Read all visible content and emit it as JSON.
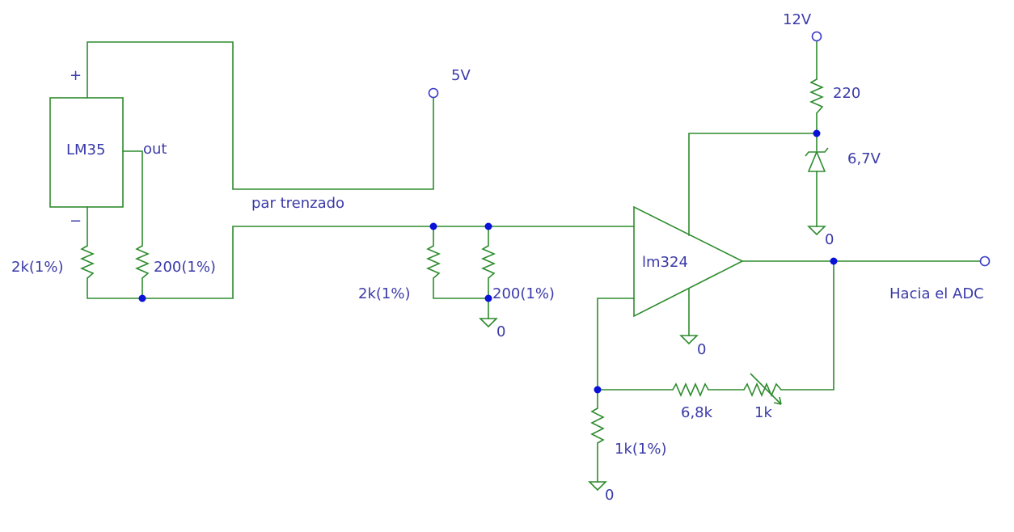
{
  "colors": {
    "wire": "#2e8b2e",
    "junction": "#0a12d8",
    "text": "#3a3aa8",
    "background": "#ffffff"
  },
  "sensor": {
    "name": "LM35",
    "plus": "+",
    "minus": "−",
    "out": "out"
  },
  "cable": "par trenzado",
  "supplies": {
    "v5": "5V",
    "v12": "12V"
  },
  "resistors": {
    "r_left_2k": "2k(1%)",
    "r_left_200": "200(1%)",
    "r_mid_2k": "2k(1%)",
    "r_mid_200": "200(1%)",
    "r_220": "220",
    "r_6k8": "6,8k",
    "r_pot": "1k",
    "r_1k": "1k(1%)"
  },
  "zener": "6,7V",
  "opamp": "lm324",
  "grounds": {
    "g1": "0",
    "g2": "0",
    "g3": "0",
    "g4": "0"
  },
  "output": "Hacia el ADC"
}
